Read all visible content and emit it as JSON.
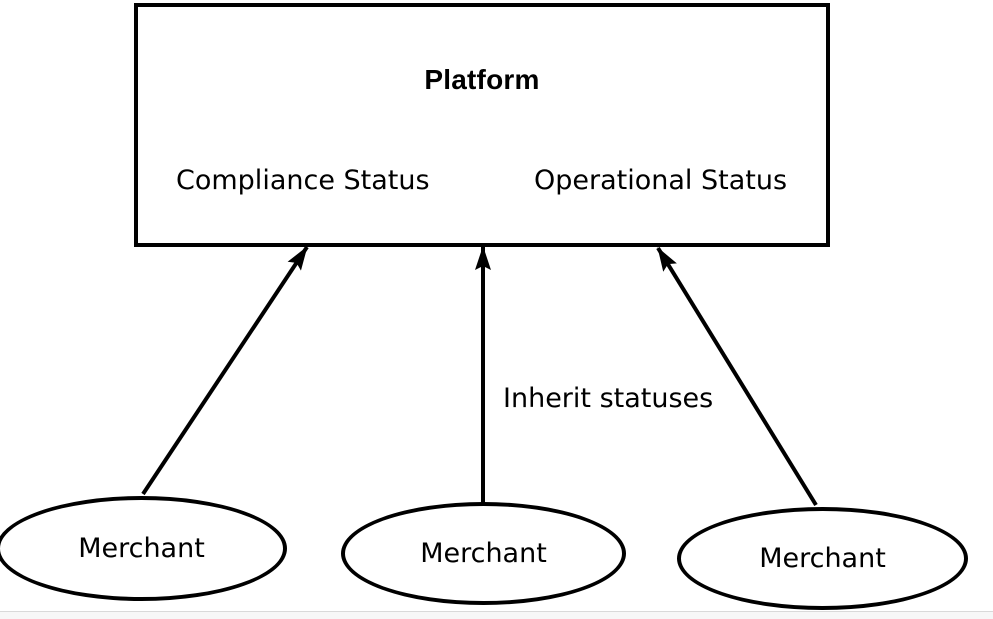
{
  "diagram": {
    "platform": {
      "title": "Platform",
      "compliance_status_label": "Compliance Status",
      "operational_status_label": "Operational Status"
    },
    "edge_label": "Inherit statuses",
    "merchants": [
      {
        "label": "Merchant"
      },
      {
        "label": "Merchant"
      },
      {
        "label": "Merchant"
      }
    ],
    "colors": {
      "stroke": "#000000",
      "background": "#ffffff",
      "footer_background": "#f7f7f7",
      "footer_border": "#d9d9d9"
    }
  }
}
